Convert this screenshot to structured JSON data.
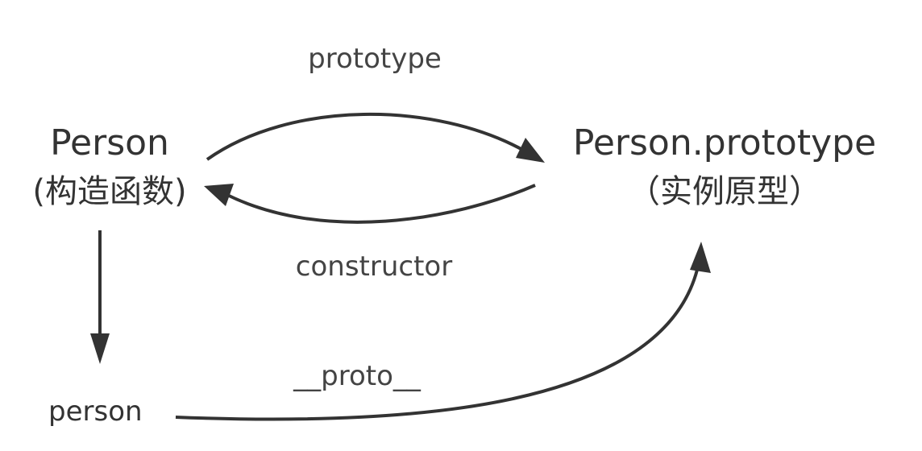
{
  "nodes": {
    "constructor_fn": {
      "title": "Person",
      "subtitle": "(构造函数)"
    },
    "prototype_obj": {
      "title": "Person.prototype",
      "subtitle": "（实例原型）"
    },
    "instance": {
      "title": "person"
    }
  },
  "edges": {
    "prototype": "prototype",
    "constructor": "constructor",
    "proto": "__proto__"
  },
  "colors": {
    "stroke": "#333333",
    "text": "#333333"
  }
}
